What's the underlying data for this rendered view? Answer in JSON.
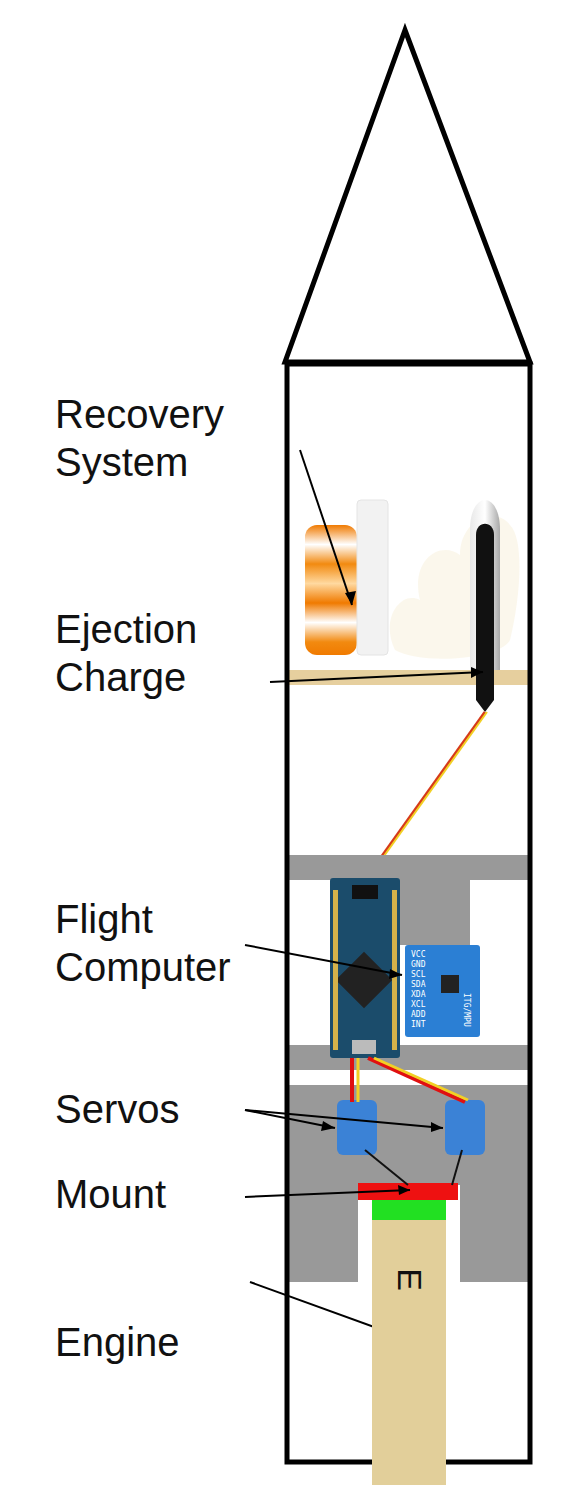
{
  "diagram": {
    "nodes": [
      {
        "text": [
          "VCC",
          "GND",
          "SCL",
          "SDA",
          "XDA",
          "XCL",
          "ADD",
          "INT",
          "ITG/MPU"
        ]
      },
      {
        "text": [
          "E"
        ]
      }
    ],
    "labels": [
      "Recovery System",
      "Ejection Charge",
      "Flight Computer",
      "Servos",
      "Mount",
      "Engine"
    ]
  }
}
